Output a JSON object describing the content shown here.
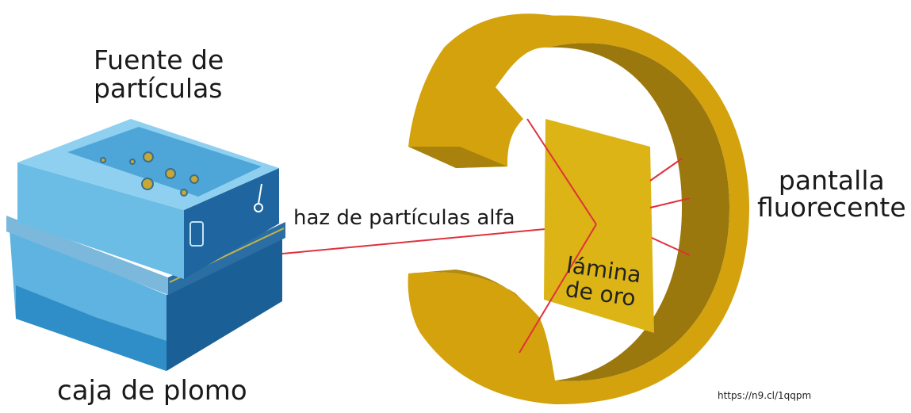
{
  "labels": {
    "particle_source": [
      "Fuente de",
      "partículas"
    ],
    "lead_box": "caja de plomo",
    "alpha_beam": "haz de partículas alfa",
    "fluorescent_screen": [
      "pantalla",
      "fluorecente"
    ],
    "gold_foil": [
      "lámina",
      "de oro"
    ],
    "source_url": "https://n9.cl/1qqpm"
  },
  "colors": {
    "box_light": "#5fb3e0",
    "box_dark": "#1a5f95",
    "box_top": "#7cc4ea",
    "ring_gold": "#d4a20c",
    "ring_inner": "#9a780e",
    "foil_gold": "#dcb415",
    "beam_red": "#e0303c"
  }
}
